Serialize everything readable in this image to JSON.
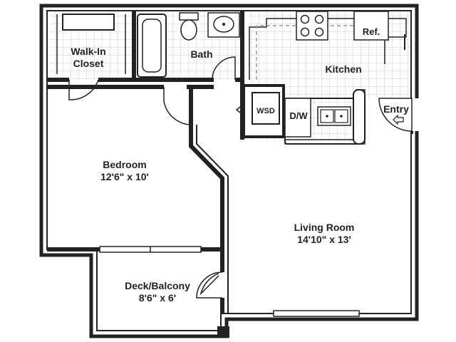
{
  "rooms": {
    "walk_in_closet": {
      "name_line1": "Walk-In",
      "name_line2": "Closet"
    },
    "bath": {
      "name": "Bath"
    },
    "kitchen": {
      "name": "Kitchen"
    },
    "refrigerator": {
      "name": "Ref."
    },
    "washer_dryer": {
      "name": "WSD"
    },
    "dishwasher": {
      "name": "D/W"
    },
    "entry": {
      "name": "Entry"
    },
    "bedroom": {
      "name": "Bedroom",
      "dimensions": "12'6\" x 10'"
    },
    "living_room": {
      "name": "Living Room",
      "dimensions": "14'10\" x 13'"
    },
    "deck_balcony": {
      "name": "Deck/Balcony",
      "dimensions": "8'6\" x 6'"
    }
  },
  "colors": {
    "wall": "#222222",
    "wall_fill": "#ffffff",
    "tile": "#cfcfcf",
    "counter_dash": "#9a9a9a"
  },
  "icons": {
    "entry_arrow": "arrow-left-icon"
  }
}
